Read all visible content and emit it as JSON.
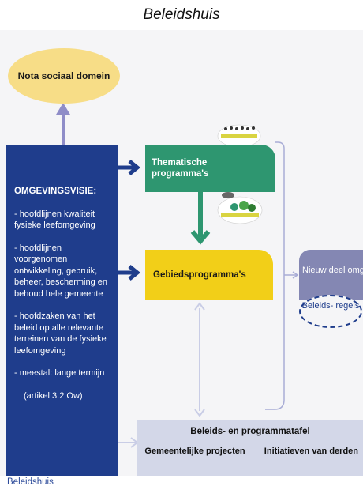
{
  "title": "Beleidshuis",
  "nota": {
    "label": "Nota sociaal domein"
  },
  "visie": {
    "heading": "OMGEVINGSVISIE:",
    "items": [
      "- hoofdlijnen kwaliteit fysieke leefomgeving",
      "- hoofdlijnen voorgenomen ontwikkeling, gebruik, beheer, bescherming en behoud hele gemeente",
      "- hoofdzaken van het beleid op alle relevante terreinen van de fysieke leefomgeving",
      "- meestal: lange termijn"
    ],
    "reference": "(artikel 3.2 Ow)"
  },
  "thema": {
    "label": "Thematische programma's"
  },
  "gebied": {
    "label": "Gebiedsprogramma's"
  },
  "nieuw": {
    "label": "Nieuw deel omgevingsplan"
  },
  "regels": {
    "label": "Beleids- regels"
  },
  "tafel": {
    "title": "Beleids- en programmatafel",
    "col1": "Gemeentelijke projecten",
    "col2": "Initiatieven van derden"
  },
  "caption": "Beleidshuis",
  "colors": {
    "navy": "#1f3d8c",
    "green": "#2e9670",
    "yellow": "#f2cf18",
    "nota_yellow": "#f7dd87",
    "purple": "#8487b3",
    "lavender": "#d3d7e8",
    "light_arrow": "#c9cde6"
  }
}
